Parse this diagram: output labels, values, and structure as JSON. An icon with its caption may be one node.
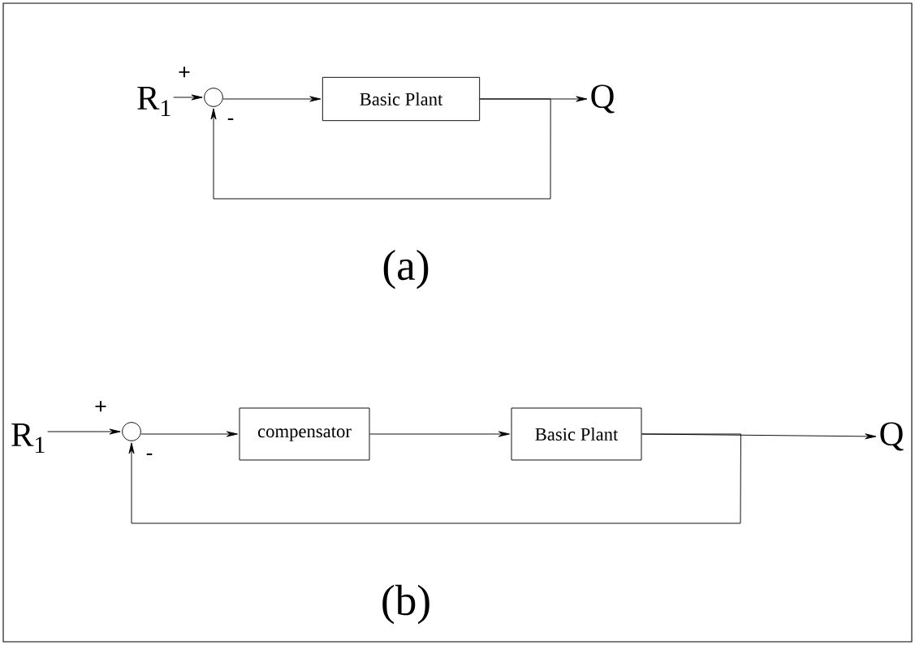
{
  "diagram": {
    "nodes": [
      {
        "text": [
          "R$_{1}$"
        ]
      },
      {
        "text": [],
        "shape": "circle"
      },
      {
        "text": [
          "Basic Plant"
        ]
      },
      {
        "text": [
          "Q"
        ]
      },
      {
        "text": [
          "R$_{1}$"
        ]
      },
      {
        "text": [],
        "shape": "circle"
      },
      {
        "text": [
          "compensator"
        ]
      },
      {
        "text": [
          "Basic Plant"
        ]
      },
      {
        "text": [
          "Q"
        ]
      }
    ],
    "edges": [
      {
        "from": 0,
        "to": 1,
        "arrow": "to"
      },
      {
        "from": 1,
        "to": 2,
        "arrow": "to"
      },
      {
        "from": 2,
        "to": 3,
        "arrow": "to"
      },
      {
        "from": 2,
        "to": 1,
        "arrow": "to"
      },
      {
        "from": 4,
        "to": 5,
        "arrow": "to"
      },
      {
        "from": 5,
        "to": 6,
        "arrow": "to"
      },
      {
        "from": 6,
        "to": 7,
        "arrow": "to"
      },
      {
        "from": 7,
        "to": 8,
        "arrow": "to"
      },
      {
        "from": 7,
        "to": 5,
        "arrow": "to"
      }
    ],
    "labels": [
      "+",
      "-",
      "(a)",
      "+",
      "-",
      "(b)"
    ]
  }
}
